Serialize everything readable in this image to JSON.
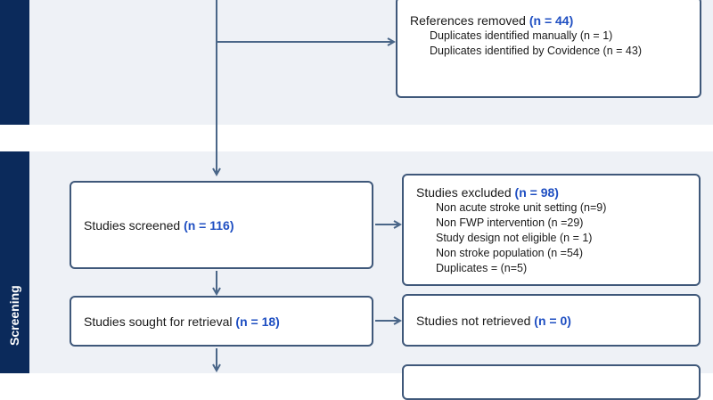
{
  "colors": {
    "panel_bg": "#eef1f6",
    "sidebar": "#0b2a5b",
    "box_border": "#3f587a",
    "arrow": "#4a6688",
    "count_text": "#1f4fc2"
  },
  "identification": {
    "removed_title": "References removed",
    "removed_count": "(n = 44)",
    "removed_items": [
      "Duplicates identified manually (n = 1)",
      "Duplicates identified by Covidence (n = 43)"
    ]
  },
  "screening": {
    "section_label": "Screening",
    "screened_title": "Studies screened",
    "screened_count": "(n = 116)",
    "excluded_title": "Studies excluded",
    "excluded_count": "(n = 98)",
    "excluded_items": [
      "Non acute stroke unit setting (n=9)",
      "Non FWP intervention (n =29)",
      "Study design not eligible (n = 1)",
      "Non stroke population (n =54)",
      "Duplicates = (n=5)"
    ],
    "sought_title": "Studies sought for retrieval",
    "sought_count": "(n = 18)",
    "not_retrieved_title": "Studies not retrieved",
    "not_retrieved_count": "(n = 0)"
  }
}
